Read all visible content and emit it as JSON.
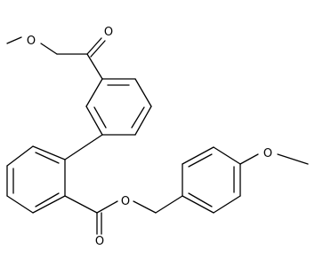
{
  "molecule": {
    "atom_labels": {
      "ester_top_ether_o": "O",
      "ester_top_carbonyl_o": "O",
      "ester_bottom_ether_o": "O",
      "ester_bottom_carbonyl_o": "O",
      "methoxy_o": "O"
    }
  }
}
